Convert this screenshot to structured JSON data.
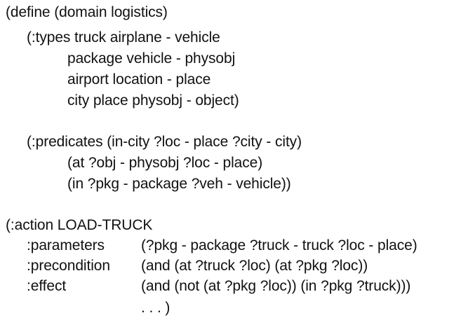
{
  "code": {
    "define_line": "(define (domain logistics)",
    "types": {
      "line1": "(:types truck airplane - vehicle",
      "line2": "package vehicle - physobj",
      "line3": "airport location - place",
      "line4": "city place physobj - object)"
    },
    "predicates": {
      "line1": "(:predicates (in-city ?loc - place ?city - city)",
      "line2": "(at ?obj - physobj ?loc - place)",
      "line3": "(in ?pkg - package ?veh - vehicle))"
    },
    "action": {
      "header": "(:action LOAD-TRUCK",
      "parameters_key": ":parameters",
      "parameters_value": "(?pkg - package ?truck - truck ?loc - place)",
      "precondition_key": ":precondition",
      "precondition_value": "(and (at ?truck ?loc) (at ?pkg ?loc))",
      "effect_key": ":effect",
      "effect_value": "(and (not (at ?pkg ?loc)) (in ?pkg ?truck)))",
      "ellipsis": ". . . )"
    }
  }
}
